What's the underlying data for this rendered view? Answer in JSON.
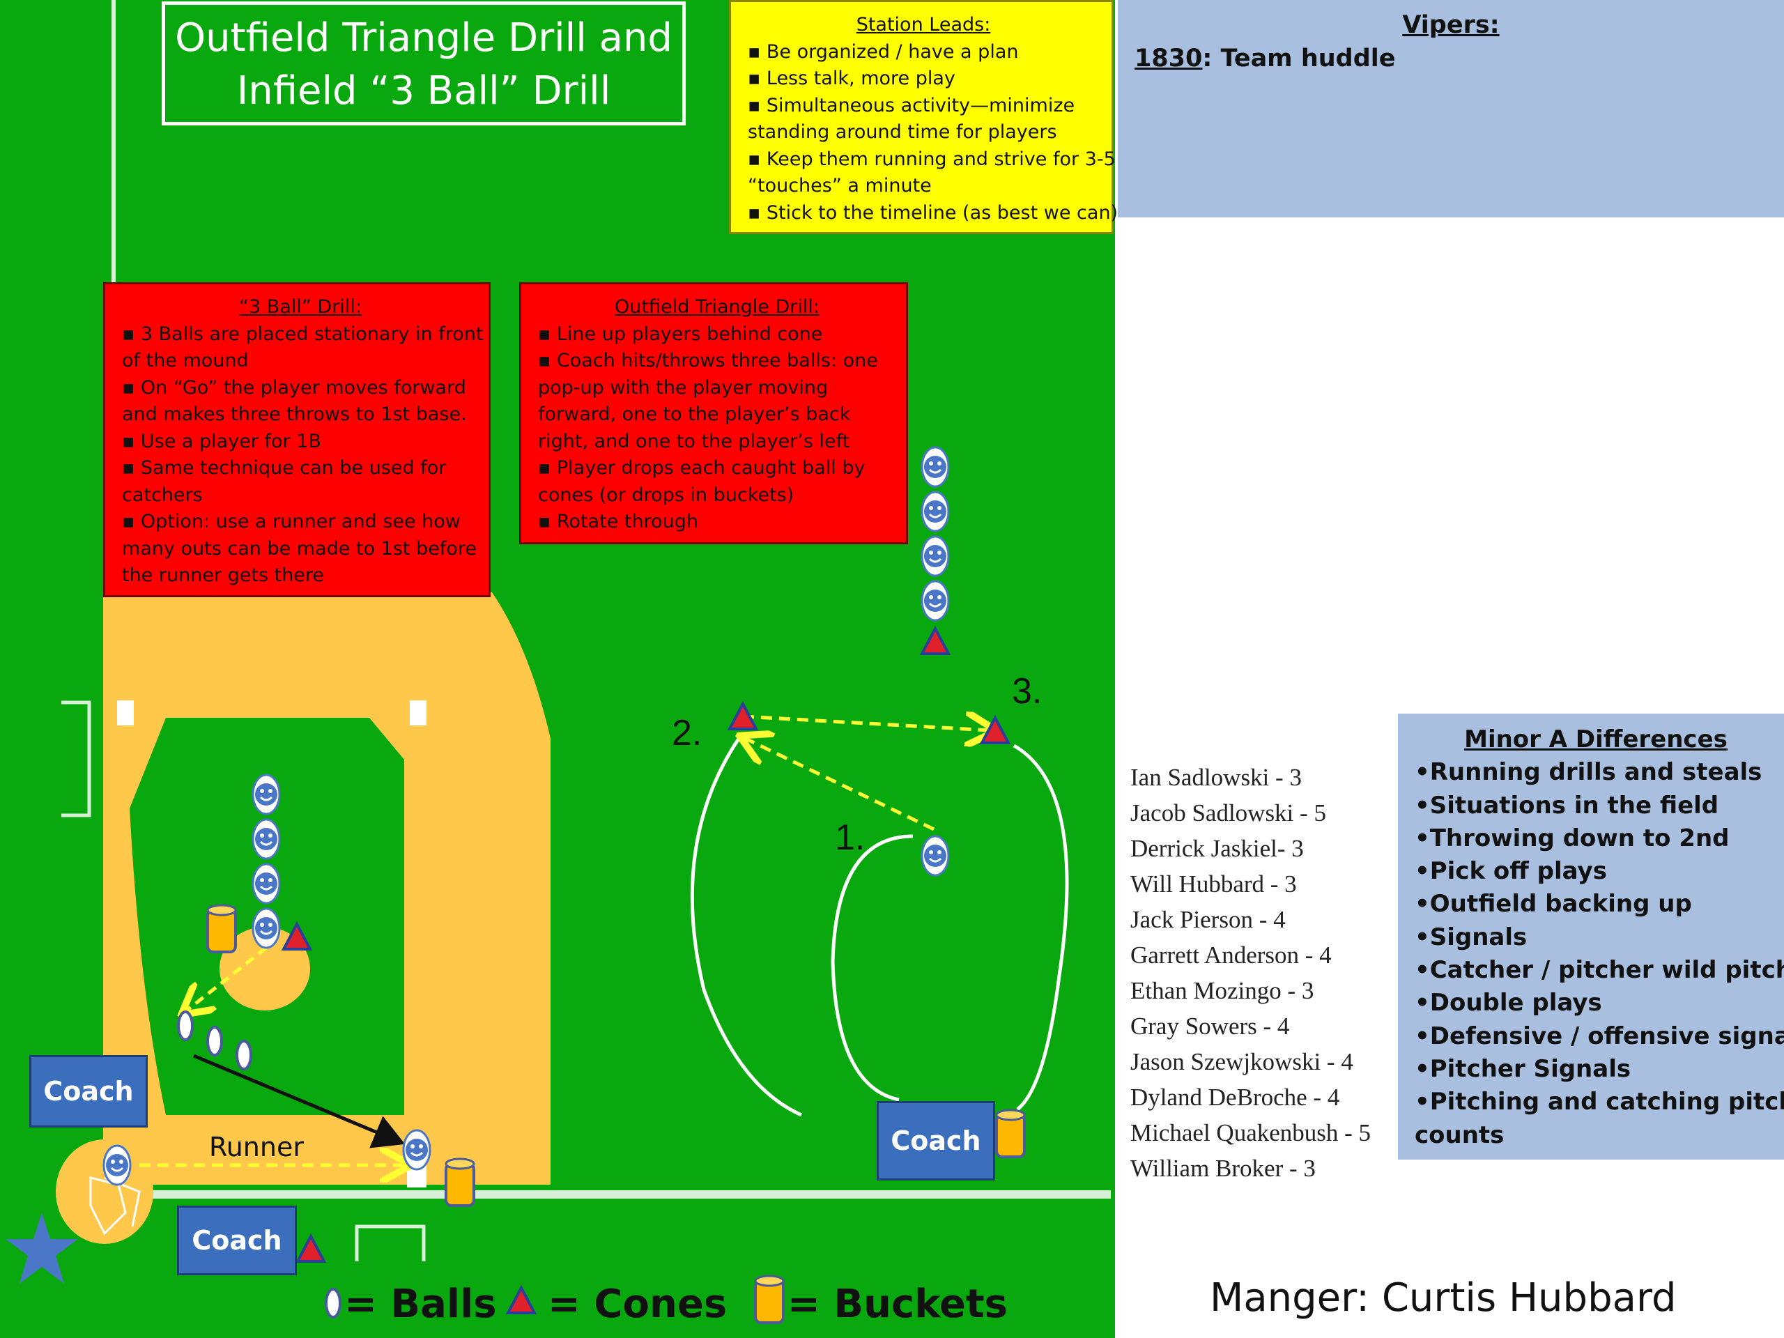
{
  "title": {
    "line1": "Outfield Triangle Drill and",
    "line2": "Infield “3 Ball” Drill"
  },
  "station_leads": {
    "heading": "Station Leads:",
    "lines": [
      "▪ Be organized / have a plan",
      "▪ Less talk, more play",
      "▪ Simultaneous activity—minimize",
      "standing around time for players",
      "▪ Keep them running and strive for 3-5",
      "“touches” a minute",
      "▪ Stick to the timeline (as best we can)"
    ]
  },
  "three_ball": {
    "heading": "“3 Ball” Drill:",
    "lines": [
      "▪ 3 Balls are placed stationary in front",
      "of the mound",
      "▪ On “Go” the player moves forward",
      "and makes three throws to 1st base.",
      "▪ Use a player for 1B",
      "▪ Same technique can be used for",
      "catchers",
      "▪ Option:  use a runner and see how",
      "many outs can be made to 1st before",
      "the runner gets there"
    ]
  },
  "outfield_triangle": {
    "heading": "Outfield Triangle Drill:",
    "lines": [
      "▪ Line up players behind cone",
      "▪ Coach hits/throws three balls:  one",
      "pop-up with the player moving",
      "forward, one to the player’s back",
      "right, and one to the player’s left",
      "▪ Player drops each caught ball by",
      "cones (or drops in buckets)",
      "▪ Rotate through"
    ]
  },
  "vipers": {
    "title": "Vipers:",
    "time": "1830",
    "activity": ":  Team huddle"
  },
  "roster": [
    "Ian Sadlowski - 3",
    "Jacob Sadlowski - 5",
    "Derrick Jaskiel- 3",
    "Will Hubbard - 3",
    "Jack Pierson - 4",
    "Garrett Anderson - 4",
    "Ethan Mozingo - 3",
    "Gray Sowers - 4",
    "Jason Szewjkowski - 4",
    "Dyland DeBroche - 4",
    "Michael Quakenbush - 5",
    "William Broker - 3"
  ],
  "minor_a": {
    "title": "Minor A Differences",
    "items": [
      "•Running drills and steals",
      "•Situations in the field",
      "•Throwing down to 2nd",
      "•Pick off plays",
      "•Outfield backing up",
      "•Signals",
      "•Catcher / pitcher wild pitches",
      "•Double plays",
      "•Defensive / offensive signals",
      "•Pitcher Signals",
      "•Pitching and catching pitch",
      "counts"
    ]
  },
  "manager": "Manger:  Curtis Hubbard",
  "coaches": {
    "left": "Coach",
    "bottom": "Coach",
    "right": "Coach"
  },
  "runner_label": "Runner",
  "triangle_labels": {
    "one": "1.",
    "two": "2.",
    "three": "3."
  },
  "legend": {
    "balls": "= Balls",
    "cones": "= Cones",
    "buckets": "= Buckets"
  },
  "colors": {
    "field": "#0aa80f",
    "dirt": "#ffc84a",
    "station_box": "#ffff00",
    "drill_box": "#ff0000",
    "panel": "#a9bfdf",
    "coach": "#3b6fbe",
    "player": "#4a76c8",
    "cone": "#e0202a",
    "path": "#ffff33"
  }
}
